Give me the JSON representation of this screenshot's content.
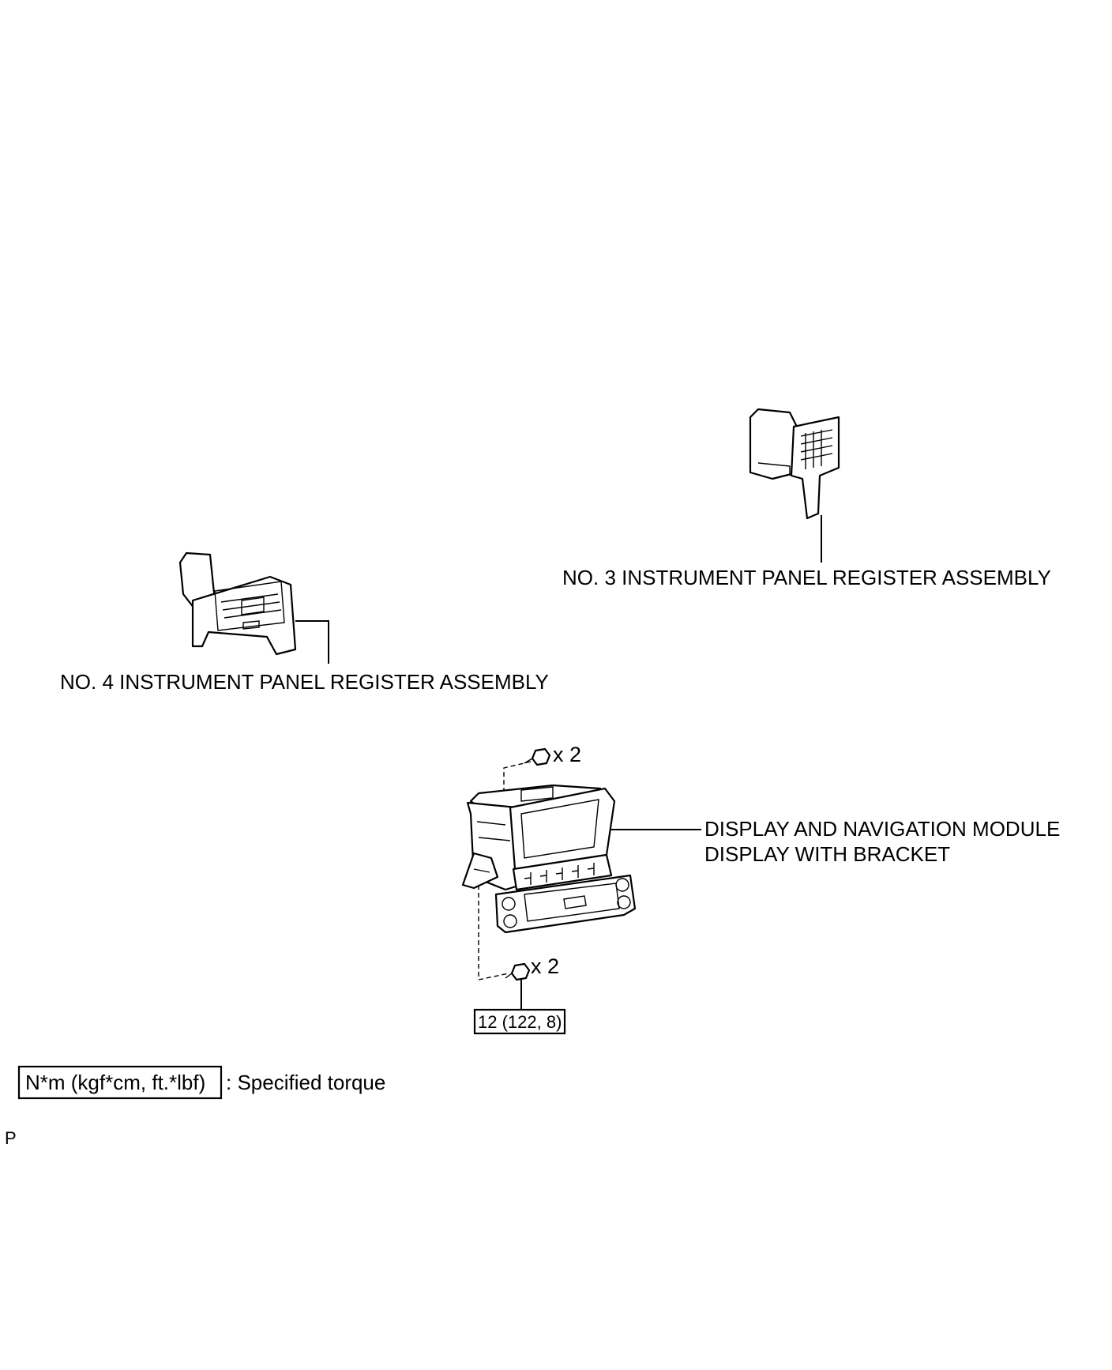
{
  "labels": {
    "register_no3": "NO. 3 INSTRUMENT PANEL REGISTER ASSEMBLY",
    "register_no4": "NO. 4 INSTRUMENT PANEL REGISTER ASSEMBLY",
    "display_line1": "DISPLAY AND NAVIGATION MODULE",
    "display_line2": "DISPLAY WITH BRACKET"
  },
  "fasteners": {
    "upper_qty": "x 2",
    "lower_qty": "x 2",
    "torque_value": "12 (122, 8)"
  },
  "legend": {
    "unit": "N*m (kgf*cm, ft.*lbf)",
    "description": ": Specified torque"
  },
  "corner_code": "P"
}
